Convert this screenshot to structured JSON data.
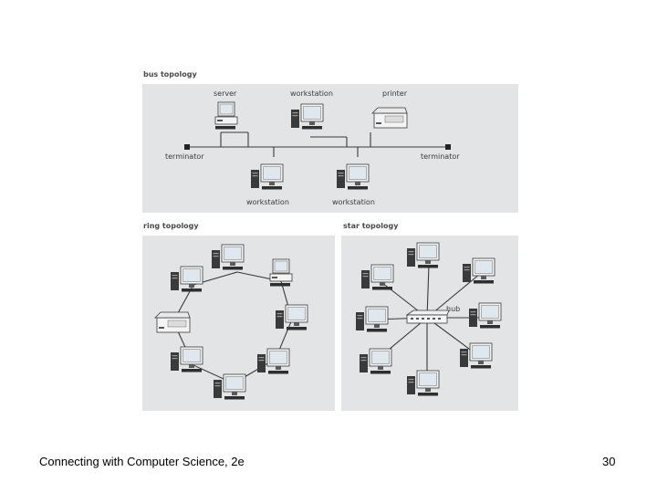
{
  "bus": {
    "title": "bus topology",
    "labels": {
      "server": "server",
      "workstation_top": "workstation",
      "printer": "printer",
      "terminator_left": "terminator",
      "terminator_right": "terminator",
      "workstation_bottom_left": "workstation",
      "workstation_bottom_right": "workstation"
    }
  },
  "ring": {
    "title": "ring topology"
  },
  "star": {
    "title": "star topology",
    "hub_label": "hub"
  },
  "footer": {
    "caption": "Connecting with Computer Science, 2e",
    "page_number": "30"
  },
  "colors": {
    "panel_bg": "#e3e4e6",
    "monitor_screen": "#dfe8ee",
    "device_body": "#f4f4f4",
    "tower": "#3a3a3a",
    "cable": "#3a3a3a"
  }
}
